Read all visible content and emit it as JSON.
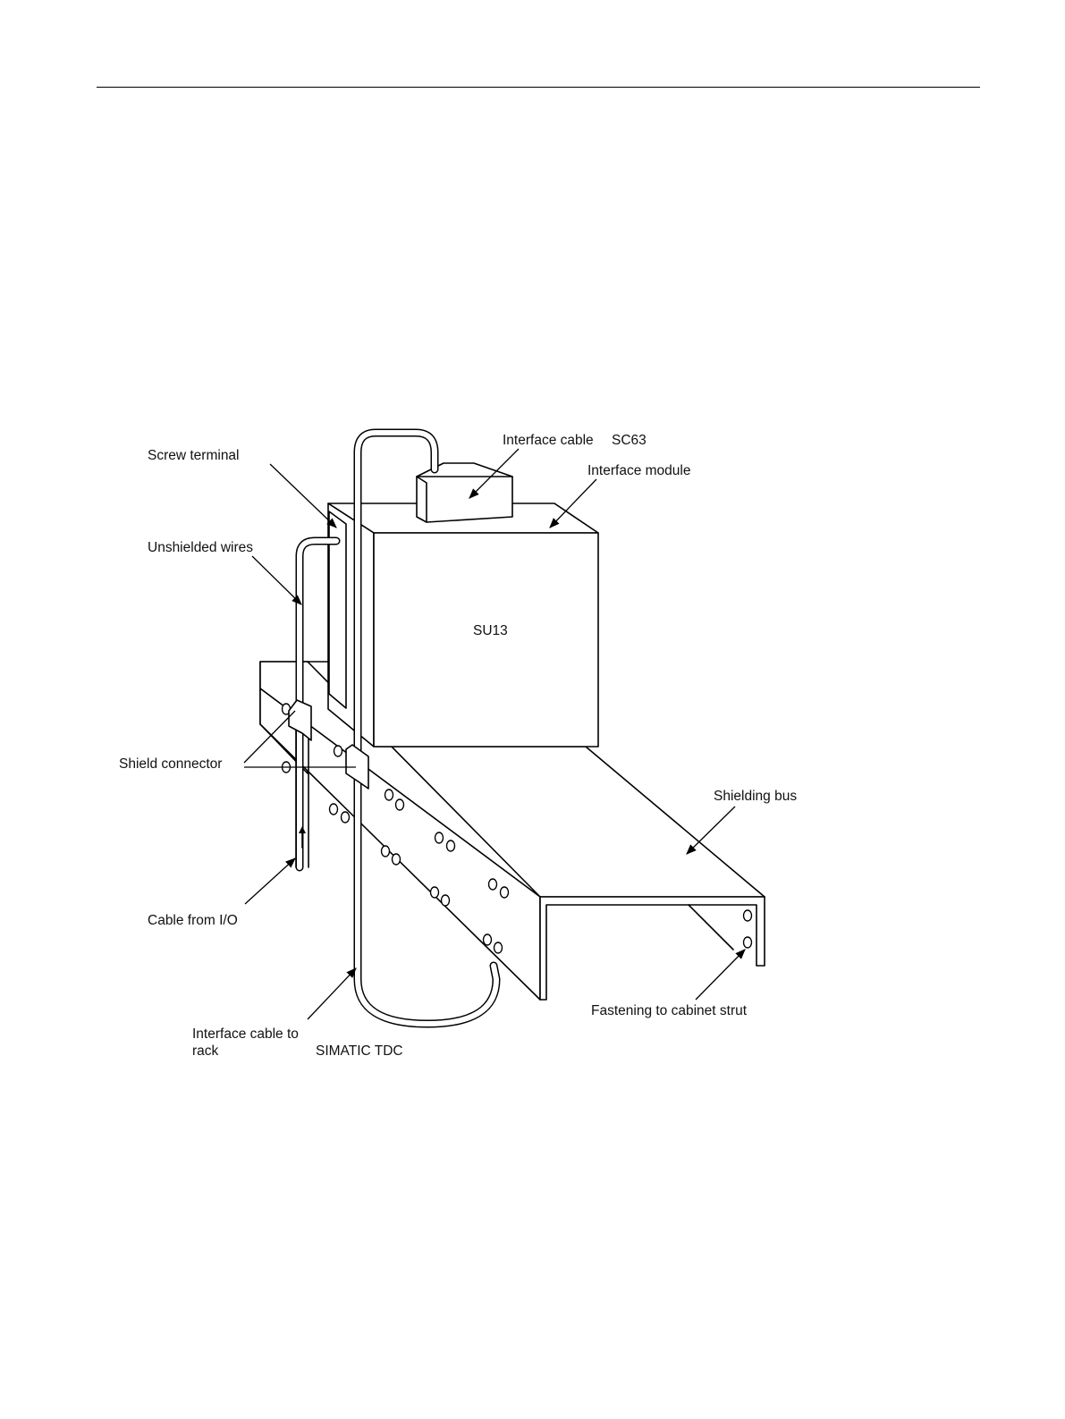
{
  "labels": {
    "screw_terminal": "Screw terminal",
    "unshielded_wires": "Unshielded wires",
    "shield_connector": "Shield connector",
    "cable_from_io": "Cable from I/O",
    "interface_cable_rack_line1": "Interface cable to",
    "interface_cable_rack_line2": "rack",
    "simatic_tdc": "SIMATIC TDC",
    "interface_cable": "Interface cable",
    "sc63": "SC63",
    "interface_module": "Interface module",
    "su13": "SU13",
    "shielding_bus": "Shielding bus",
    "fastening": "Fastening to cabinet strut"
  }
}
